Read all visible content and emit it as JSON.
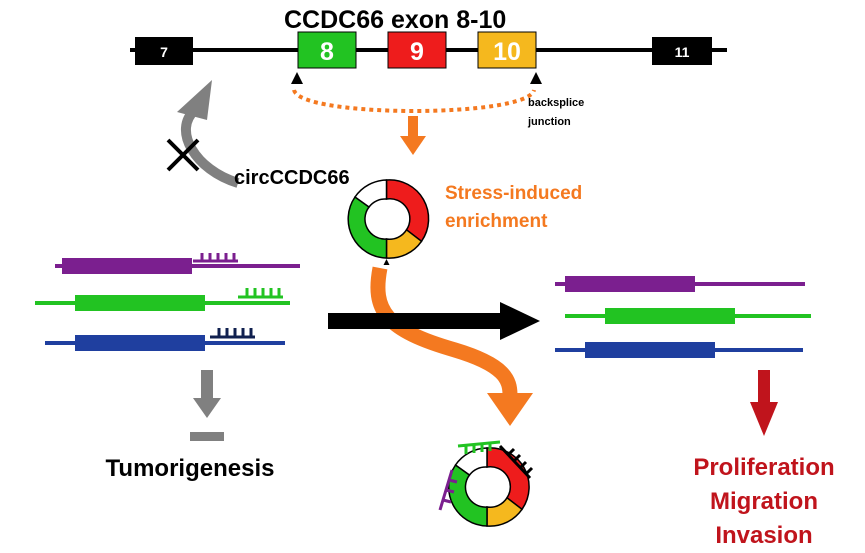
{
  "title": "CCDC66 exon 8-10",
  "exons": [
    {
      "label": "7",
      "color": "#000000"
    },
    {
      "label": "8",
      "color": "#22c322"
    },
    {
      "label": "9",
      "color": "#ee1c1c"
    },
    {
      "label": "10",
      "color": "#f5b81e"
    },
    {
      "label": "11",
      "color": "#000000"
    }
  ],
  "junction_label": [
    "backsplice",
    "junction"
  ],
  "circ_label": "circCCDC66",
  "stress_label": [
    "Stress-induced",
    "enrichment"
  ],
  "tumor_label": "Tumorigenesis",
  "outcomes": [
    "Proliferation",
    "Migration",
    "Invasion"
  ],
  "colors": {
    "orange": "#f47920",
    "gray": "#808080",
    "outcome_red": "#c0141c",
    "mrna": [
      "#7b1f8f",
      "#22c322",
      "#1f3f9f"
    ],
    "mrna_outline": "#10204f"
  }
}
